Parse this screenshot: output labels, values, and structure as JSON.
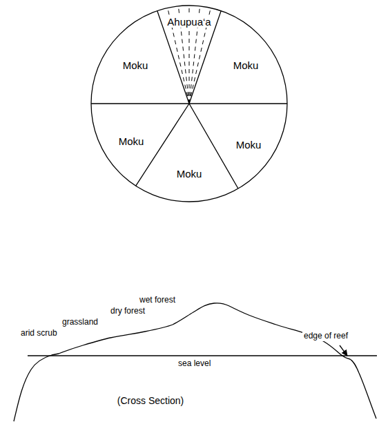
{
  "diagram": {
    "nodes": [
      {
        "text": [
          "Ahupua‘a"
        ]
      },
      {
        "text": [
          "Moku"
        ]
      },
      {
        "text": [
          "Moku"
        ]
      },
      {
        "text": [
          "Moku"
        ]
      },
      {
        "text": [
          "Moku"
        ]
      },
      {
        "text": [
          "Moku"
        ]
      }
    ],
    "labels": [
      "wet forest",
      "dry forest",
      "grassland",
      "arid scrub",
      "edge of reef",
      "sea level",
      "(Cross Section)"
    ]
  }
}
